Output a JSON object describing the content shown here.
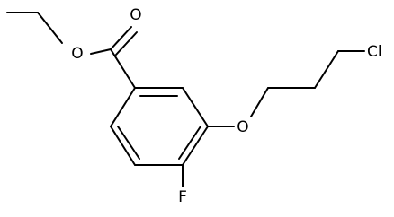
{
  "atoms": {
    "carbonyl_oxygen": "O",
    "ester_oxygen": "O",
    "ether_oxygen": "O",
    "chlorine": "Cl",
    "fluorine": "F"
  },
  "colors": {
    "bond": "#000000",
    "label": "#000000",
    "background": "#ffffff"
  }
}
